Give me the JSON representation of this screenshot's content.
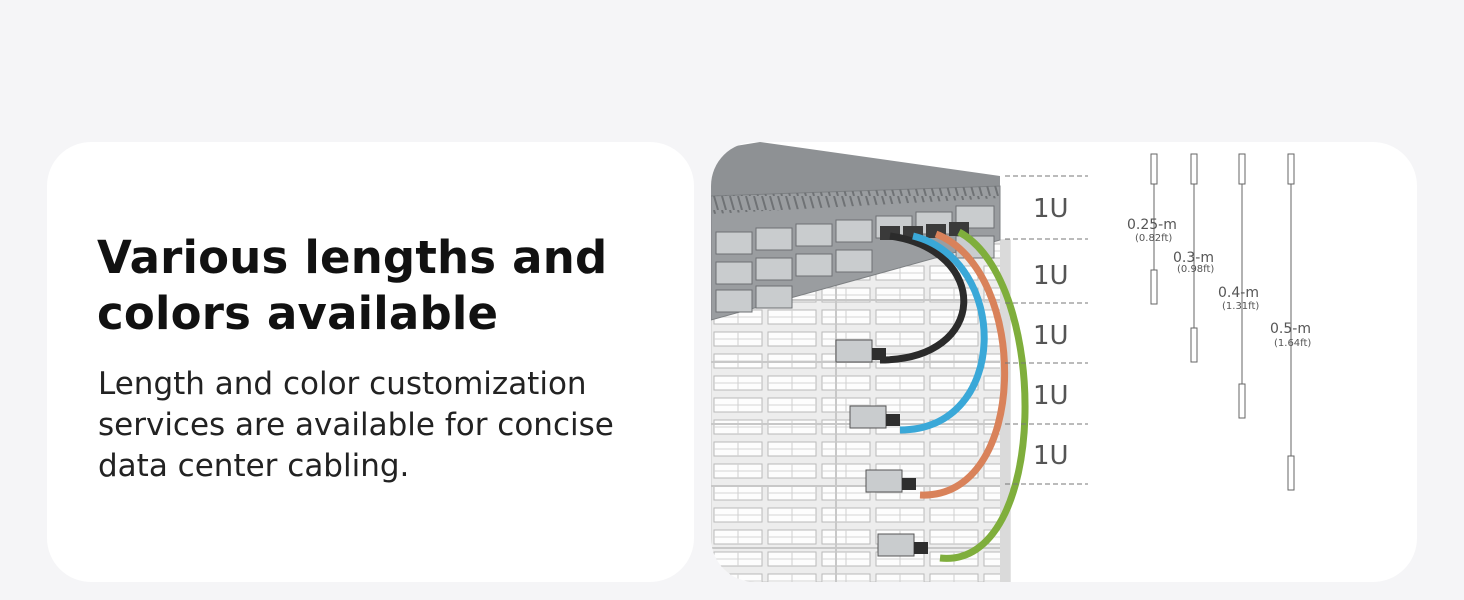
{
  "headline": {
    "line1": "Various lengths and",
    "line2": "colors available"
  },
  "description": {
    "line1": "Length and color customization",
    "line2": "services are available for concise",
    "line3": "data center cabling."
  },
  "rack_units": [
    "1U",
    "1U",
    "1U",
    "1U",
    "1U"
  ],
  "cable_lengths": [
    {
      "length": "0.25-m",
      "feet": "(0.82ft)"
    },
    {
      "length": "0.3-m",
      "feet": "(0.98ft)"
    },
    {
      "length": "0.4-m",
      "feet": "(1.31ft)"
    },
    {
      "length": "0.5-m",
      "feet": "(1.64ft)"
    }
  ],
  "cable_colors": [
    "#2b2b2b",
    "#3aa8d8",
    "#d9825a",
    "#7fae3c"
  ]
}
